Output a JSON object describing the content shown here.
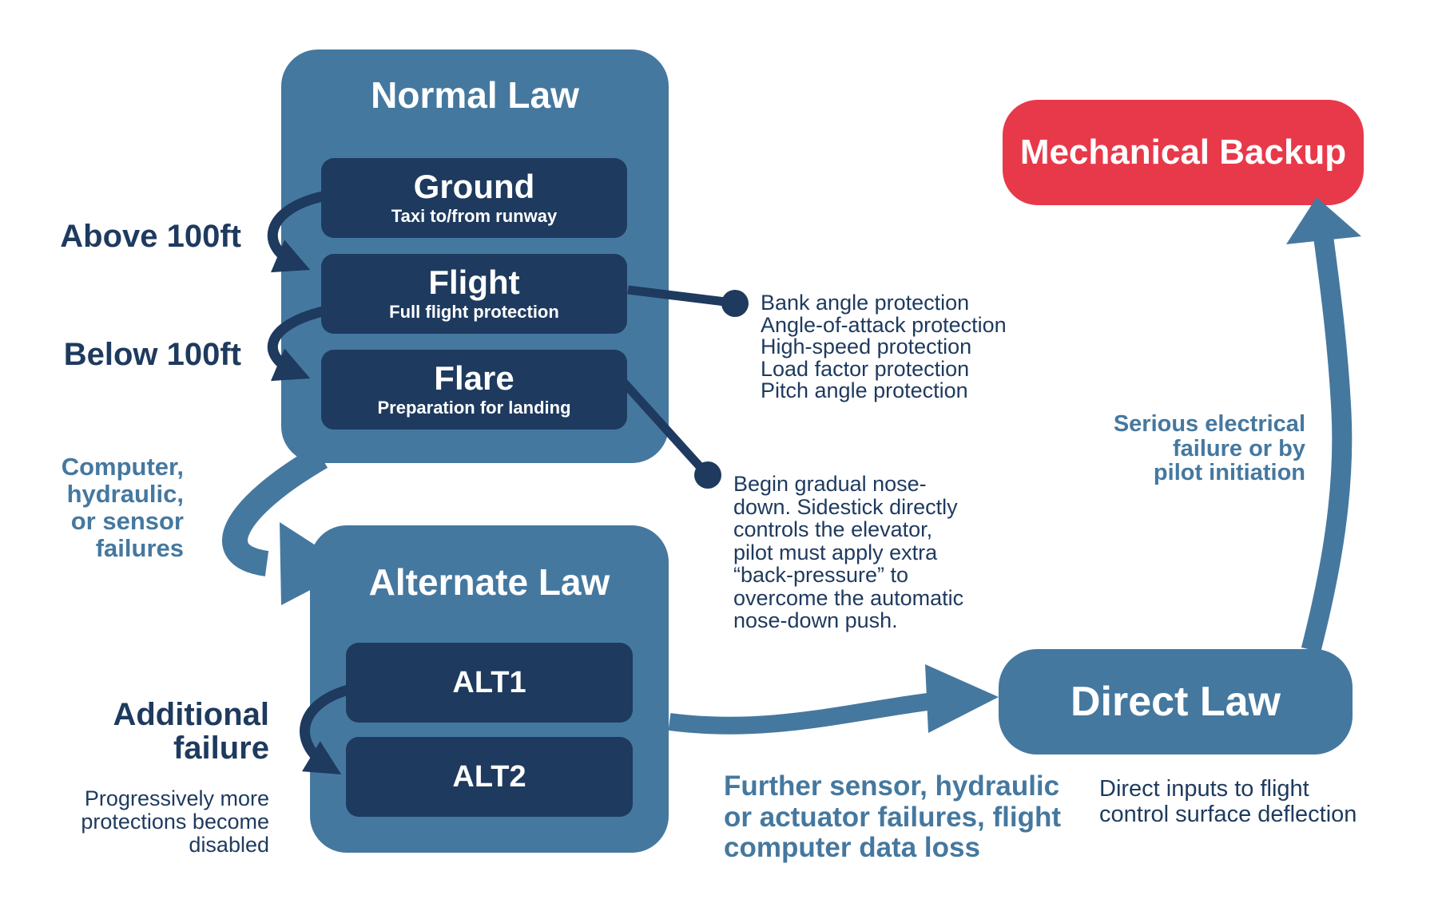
{
  "palette": {
    "blue": "#45789f",
    "navy": "#1e3a5e",
    "red": "#e8394a"
  },
  "normal_law": {
    "title": "Normal Law",
    "modes": [
      {
        "name": "Ground",
        "desc": "Taxi to/from runway"
      },
      {
        "name": "Flight",
        "desc": "Full flight protection"
      },
      {
        "name": "Flare",
        "desc": "Preparation for landing"
      }
    ]
  },
  "alternate_law": {
    "title": "Alternate Law",
    "modes": [
      {
        "name": "ALT1"
      },
      {
        "name": "ALT2"
      }
    ]
  },
  "direct_law": {
    "title": "Direct Law",
    "note": "Direct inputs to flight\ncontrol surface deflection"
  },
  "mechanical_backup": {
    "title": "Mechanical Backup"
  },
  "annotations": {
    "above_100ft": "Above 100ft",
    "below_100ft": "Below 100ft",
    "computer_failures": "Computer,\nhydraulic,\nor sensor\nfailures",
    "flight_protections": "Bank angle protection\nAngle-of-attack protection\nHigh-speed protection\nLoad factor protection\nPitch angle protection",
    "flare_note": "Begin gradual nose-\ndown. Sidestick directly\ncontrols the elevator,\npilot must apply extra\n“back-pressure” to\novercome the automatic\nnose-down push.",
    "additional_failure": "Additional\nfailure",
    "progressive_note": "Progressively more\nprotections become\ndisabled",
    "further_failures": "Further sensor, hydraulic\nor actuator failures, flight\ncomputer data loss",
    "serious_electrical": "Serious electrical\nfailure or by\npilot initiation"
  }
}
